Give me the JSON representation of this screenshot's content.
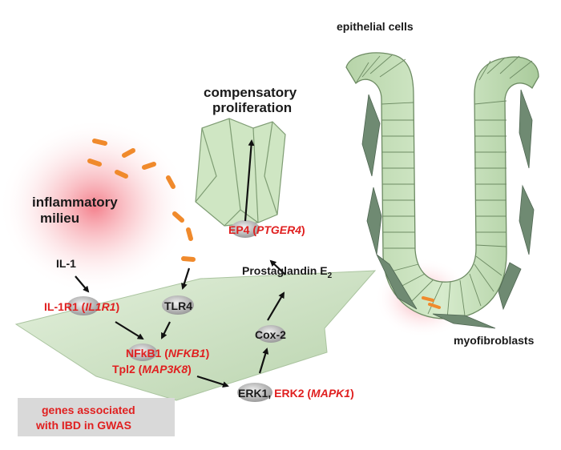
{
  "labels": {
    "epithelial_cells": "epithelial cells",
    "myofibroblasts": "myofibroblasts",
    "compensatory_1": "compensatory",
    "compensatory_2": "proliferation",
    "inflammatory_1": "inflammatory",
    "inflammatory_2": "milieu",
    "prostaglandin": "Prostaglandin E",
    "prostaglandin_sub": "2",
    "il1": "IL-1",
    "tlr4": "TLR4",
    "cox2": "Cox-2",
    "erk1": "ERK1",
    "comma": ", "
  },
  "genes": {
    "ep4_protein": "EP4 (",
    "ep4_gene": "PTGER4",
    "ep4_close": ")",
    "il1r1_protein": "IL-1R1 (",
    "il1r1_gene": "IL1R1",
    "il1r1_close": ")",
    "nfkb1_protein": "NFkB1 (",
    "nfkb1_gene": "NFKB1",
    "nfkb1_close": ")",
    "tpl2_protein": "Tpl2 (",
    "tpl2_gene": "MAP3K8",
    "tpl2_close": ")",
    "erk2_protein": "ERK2 (",
    "erk2_gene": "MAPK1",
    "erk2_close": ")"
  },
  "legend": {
    "line1": "genes associated",
    "line2": "with IBD in GWAS"
  },
  "colors": {
    "gwas_red": "#e02020",
    "epithelium_green": "#c9e3bf",
    "myofibroblast_green": "#6f8a72",
    "cytokine_orange": "#f08a2c",
    "legend_grey": "#d9d9d9"
  }
}
